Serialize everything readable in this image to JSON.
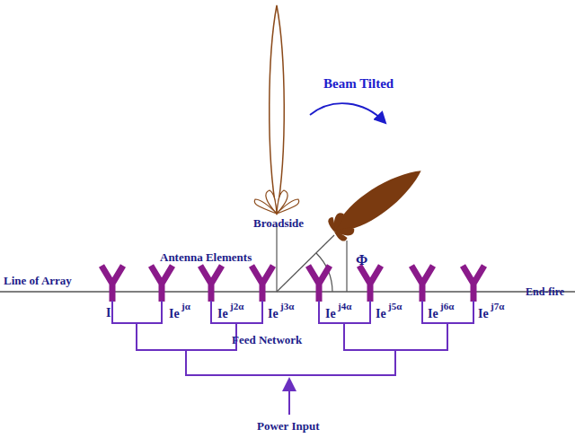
{
  "diagram": {
    "labels": [
      "Beam Tilted",
      "Broadside",
      "Antenna Elements",
      "Line of Array",
      "End-fire",
      "Φ",
      "I",
      "Ie",
      "jα",
      "Ie",
      "j2α",
      "Ie",
      "j3α",
      "Ie",
      "j4α",
      "Ie",
      "j5α",
      "Ie",
      "j6α",
      "Ie",
      "j7α",
      "Feed Network",
      "Power Input"
    ]
  }
}
